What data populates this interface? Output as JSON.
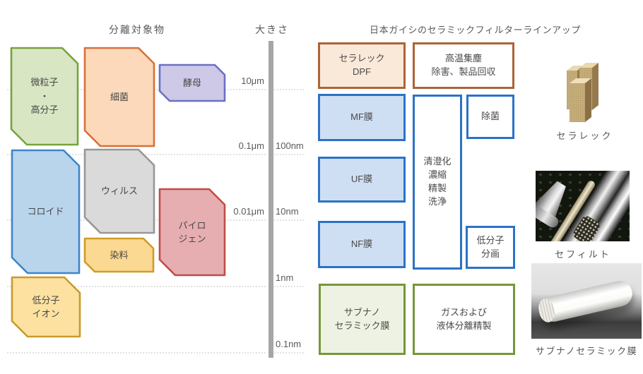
{
  "headers": {
    "separation": "分離対象物",
    "size": "大きさ",
    "lineup": "日本ガイシのセラミックフィルターラインアップ"
  },
  "targets": {
    "particles": "微粒子\n・\n高分子",
    "bacteria": "細菌",
    "yeast": "酵母",
    "colloid": "コロイド",
    "virus": "ウィルス",
    "dye": "染料",
    "pyrogen": "パイロ\nジェン",
    "low_ion": "低分子\nイオン"
  },
  "scale": {
    "ticks": [
      {
        "left": "10μm",
        "right": ""
      },
      {
        "left": "0.1μm",
        "right": "100nm"
      },
      {
        "left": "0.01μm",
        "right": "10nm"
      },
      {
        "left": "",
        "right": "1nm"
      },
      {
        "left": "",
        "right": "0.1nm"
      }
    ]
  },
  "filters": {
    "ceralec_dpf": "セラレック\nDPF",
    "dpf_app": "高温集塵\n除害、製品回収",
    "mf": "MF膜",
    "clarify": "清澄化\n濃縮\n精製\n洗浄",
    "sterilize": "除菌",
    "uf": "UF膜",
    "nf": "NF膜",
    "low_mw": "低分子\n分画",
    "subnano": "サブナノ\nセラミック膜",
    "gas_app": "ガスおよび\n液体分離精製"
  },
  "captions": {
    "ceralec": "セラレック",
    "cefilt": "セフィルト",
    "subnano": "サブナノセラミック膜"
  },
  "colors": {
    "particles_fill": "#d8e6c3",
    "particles_stroke": "#76a33c",
    "bacteria_fill": "#fbd9ba",
    "bacteria_stroke": "#d7713a",
    "yeast_fill": "#cdc9e6",
    "yeast_stroke": "#6b70c4",
    "colloid_fill": "#b9d5ec",
    "colloid_stroke": "#3e86c8",
    "virus_fill": "#dadada",
    "virus_stroke": "#979797",
    "dye_fill": "#fcd992",
    "dye_stroke": "#d09c26",
    "pyrogen_fill": "#e6aeb1",
    "pyrogen_stroke": "#bf4d4b",
    "low_ion_fill": "#fce1a1",
    "low_ion_stroke": "#cb9a2a",
    "dpf_border": "#ad6336",
    "dpf_fill": "#fae8d9",
    "membrane_border": "#2b72c8",
    "membrane_fill": "#cfdff3",
    "subnano_border": "#75973a",
    "subnano_fill": "#eef2e2",
    "scale_bar": "#a6a6a6"
  }
}
